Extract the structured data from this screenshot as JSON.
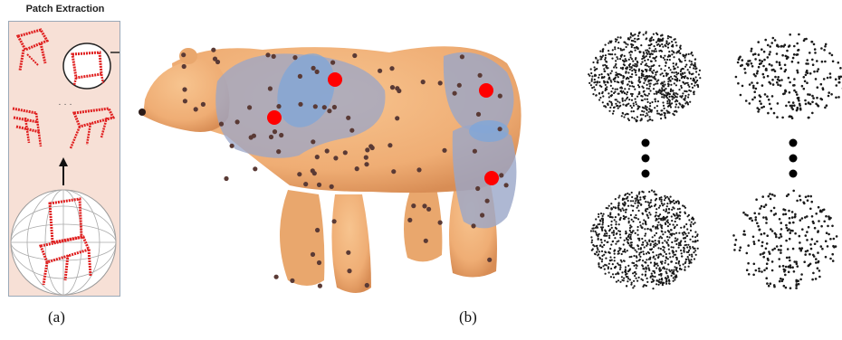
{
  "panel_a": {
    "title": "Patch Extraction",
    "ellipsis": "· · ·",
    "caption": "(a)"
  },
  "panel_b": {
    "caption": "(b)"
  },
  "colors": {
    "panel_bg": "#f7e0d6",
    "patch_red": "#e02020",
    "bear_body": "#f0b27a",
    "surface_point": "#5a3a35",
    "patch_region": "#9aa6c8",
    "highlight_region": "#7fa6d8",
    "centroid": "#ff0000",
    "point_cloud": "#1a1a1a"
  },
  "icons": [
    "chair-sphere-icon",
    "chair-patch-icon",
    "zoom-circle-icon",
    "arrow-up-icon",
    "bear-mesh-icon",
    "point-cloud-icon"
  ]
}
